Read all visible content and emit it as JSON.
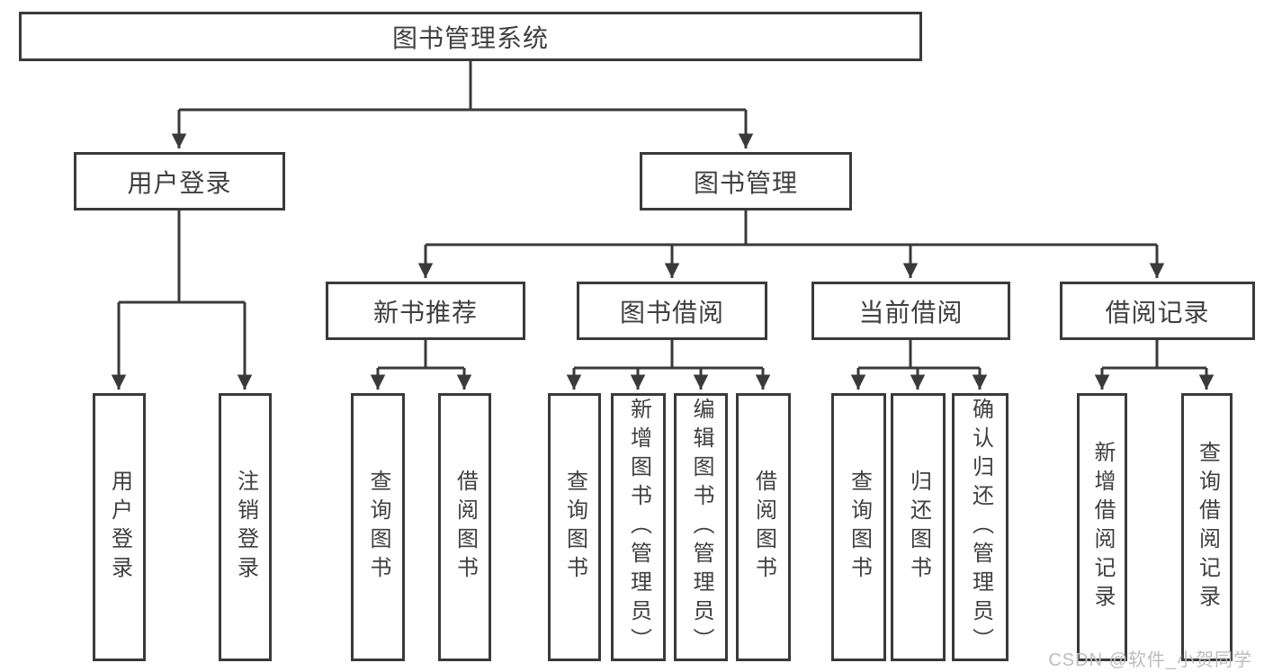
{
  "diagram": {
    "root": "图书管理系统",
    "level2": {
      "user_login": "用户登录",
      "book_mgmt": "图书管理"
    },
    "level3": {
      "new_books": "新书推荐",
      "book_borrow": "图书借阅",
      "current_borrow": "当前借阅",
      "borrow_records": "借阅记录"
    },
    "leaves": {
      "user_login": [
        "用户登录",
        "注销登录"
      ],
      "new_books": [
        "查询图书",
        "借阅图书"
      ],
      "book_borrow": [
        "查询图书",
        "新增图书（管理员）",
        "编辑图书（管理员）",
        "借阅图书"
      ],
      "current_borrow": [
        "查询图书",
        "归还图书",
        "确认归还（管理员）"
      ],
      "borrow_records": [
        "新增借阅记录",
        "查询借阅记录"
      ]
    }
  },
  "watermark": "CSDN @软件_小贺同学",
  "colors": {
    "line": "#3a3a3a",
    "text": "#3f3f3f",
    "watermark": "#bdbdbd",
    "background": "#ffffff"
  }
}
